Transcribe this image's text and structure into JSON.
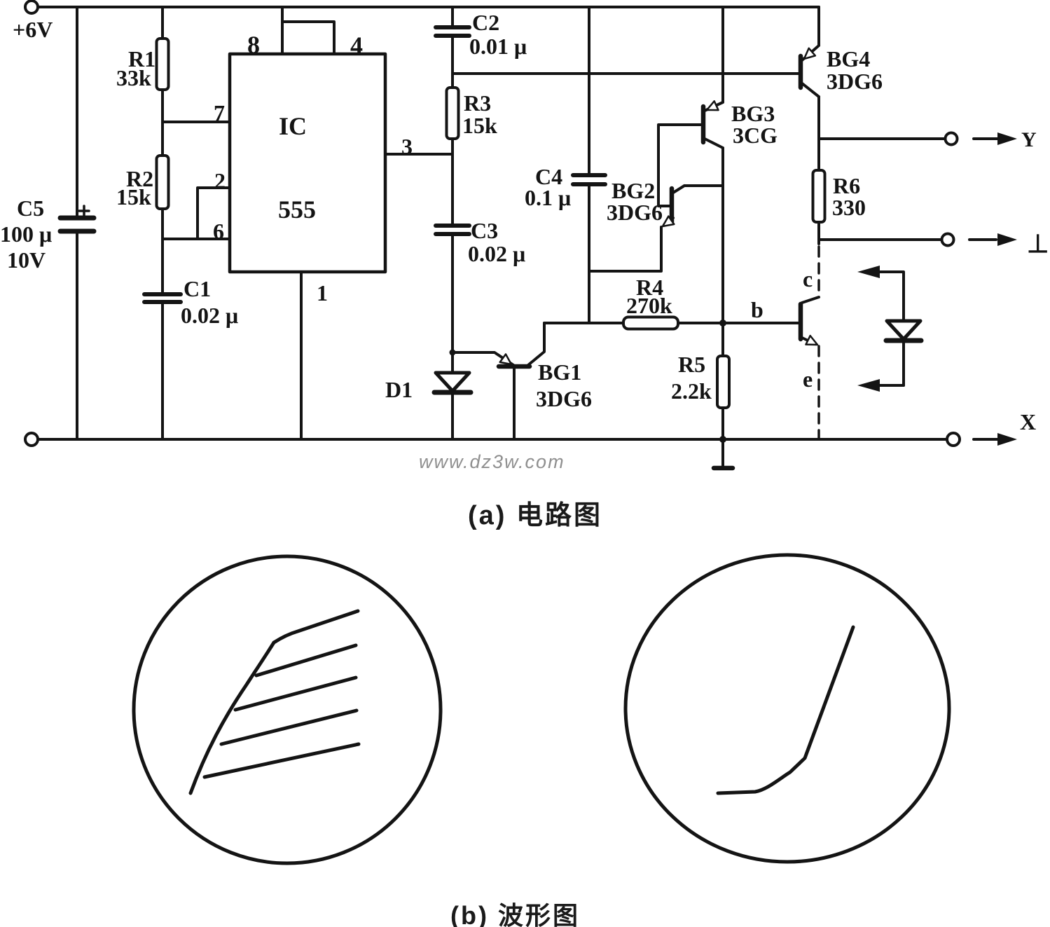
{
  "power": {
    "label": "+6V"
  },
  "ic555": {
    "label": "IC",
    "part": "555",
    "pins": {
      "p1": "1",
      "p2": "2",
      "p3": "3",
      "p4": "4",
      "p6": "6",
      "p7": "7",
      "p8": "8"
    }
  },
  "components": {
    "r1": {
      "ref": "R1",
      "value": "33k"
    },
    "r2": {
      "ref": "R2",
      "value": "15k"
    },
    "r3": {
      "ref": "R3",
      "value": "15k"
    },
    "r4": {
      "ref": "R4",
      "value": "270k"
    },
    "r5": {
      "ref": "R5",
      "value": "2.2k"
    },
    "r6": {
      "ref": "R6",
      "value": "330"
    },
    "c1": {
      "ref": "C1",
      "value": "0.02 μ"
    },
    "c2": {
      "ref": "C2",
      "value": "0.01 μ"
    },
    "c3": {
      "ref": "C3",
      "value": "0.02 μ"
    },
    "c4": {
      "ref": "C4",
      "value": "0.1 μ"
    },
    "c5": {
      "ref": "C5",
      "value": "100 μ",
      "voltage": "10V",
      "polarity": "+"
    },
    "d1": {
      "ref": "D1"
    },
    "bg1": {
      "ref": "BG1",
      "type": "3DG6"
    },
    "bg2": {
      "ref": "BG2",
      "type": "3DG6"
    },
    "bg3": {
      "ref": "BG3",
      "type": "3CG"
    },
    "bg4": {
      "ref": "BG4",
      "type": "3DG6"
    }
  },
  "dut_leads": {
    "base": "b",
    "collector": "c",
    "emitter": "e"
  },
  "terminals": {
    "x": "X",
    "y": "Y",
    "ground": "⊥"
  },
  "captions": {
    "circuit": "(a) 电路图",
    "waveform": "(b) 波形图"
  },
  "watermark": "www.dz3w.com"
}
